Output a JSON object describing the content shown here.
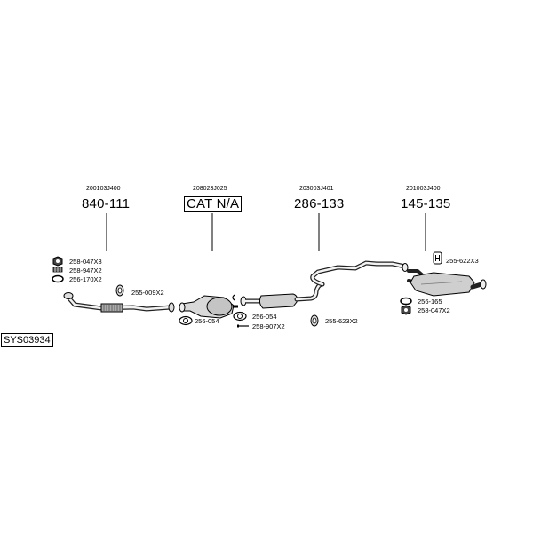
{
  "system_code": "SYS03934",
  "parts": [
    {
      "oem": "200103J400",
      "number": "840-111"
    },
    {
      "oem": "208023J025",
      "number": "CAT N/A"
    },
    {
      "oem": "203003J401",
      "number": "286-133"
    },
    {
      "oem": "201003J400",
      "number": "145-135"
    }
  ],
  "accessories": {
    "front_1": "258-047X3",
    "front_2": "258-947X2",
    "front_3": "256-170X2",
    "front_4": "255-009X2",
    "cat_gasket": "256-054",
    "mid_gasket": "256-054",
    "mid_bolt": "258-907X2",
    "mid_hanger": "255-623X2",
    "rear_hanger": "255-622X3",
    "rear_gasket": "256-165",
    "rear_nut": "258-047X2"
  },
  "icons": [
    "nut-icon",
    "bolt-icon",
    "gasket-icon",
    "hanger-icon",
    "clamp-icon"
  ]
}
